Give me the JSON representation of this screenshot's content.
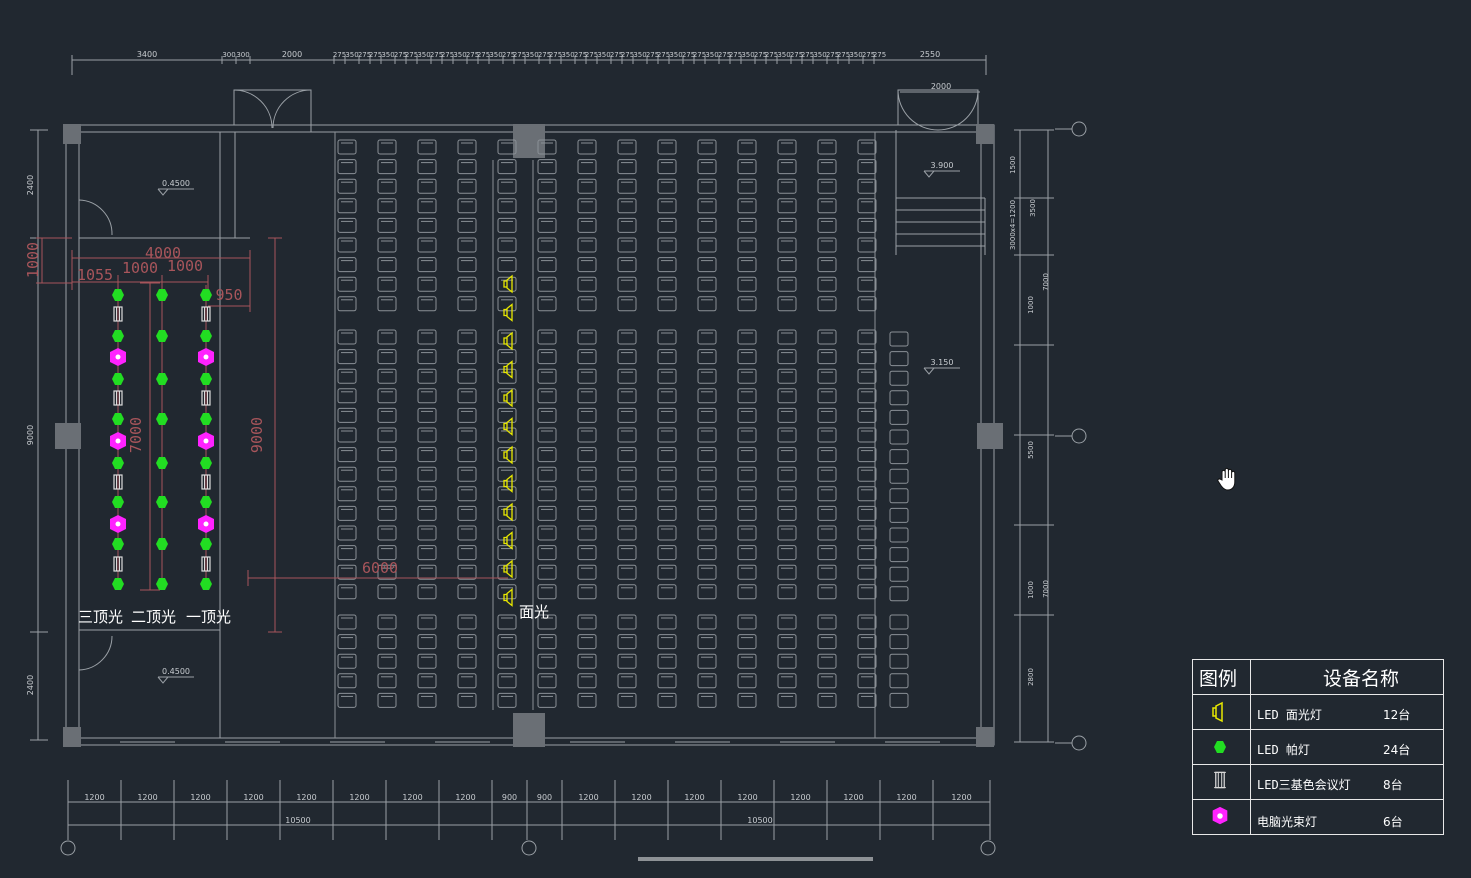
{
  "colors": {
    "background": "#212830",
    "lines": "#9aa0a6",
    "dim_red": "#a8555b",
    "green": "#22dd22",
    "magenta": "#ff22ff",
    "yellow": "#e8e800",
    "white": "#ffffff"
  },
  "top_dims": {
    "left": [
      "3400",
      "300",
      "300",
      "2000"
    ],
    "repeat": [
      "275",
      "350",
      "275"
    ],
    "right": "2550"
  },
  "door_dim": "2000",
  "bottom_dims": {
    "row1": [
      "1200",
      "1200",
      "1200",
      "1200",
      "1200",
      "1200",
      "1200",
      "1200",
      "900",
      "900",
      "1200",
      "1200",
      "1200",
      "1200",
      "1200",
      "1200",
      "1200",
      "1200"
    ],
    "row2": [
      "10500",
      "10500"
    ]
  },
  "left_dims": [
    "2400",
    "9000",
    "2400"
  ],
  "right_dims": {
    "inner": [
      "1500",
      "3000x4=1200",
      "1000",
      "5500",
      "1000",
      "2800"
    ],
    "outer": [
      "3500",
      "7000",
      "7000"
    ]
  },
  "elevations": [
    "0.4500",
    "3.900",
    "3.150",
    "0.4500"
  ],
  "red_dims": [
    "4000",
    "1055",
    "1000",
    "1000",
    "1000",
    "950",
    "7000",
    "9000",
    "6000"
  ],
  "labels": {
    "third_top": "三顶光",
    "second_top": "二顶光",
    "first_top": "一顶光",
    "face_light": "面光"
  },
  "legend": {
    "header_symbol": "图例",
    "header_name": "设备名称",
    "rows": [
      {
        "icon": "led-face-light-icon",
        "name": "LED 面光灯",
        "qty": "12台"
      },
      {
        "icon": "led-par-light-icon",
        "name": "LED 帕灯",
        "qty": "24台"
      },
      {
        "icon": "led-tricolor-conference-light-icon",
        "name": "LED三基色会议灯",
        "qty": "8台"
      },
      {
        "icon": "computer-beam-light-icon",
        "name": "电脑光束灯",
        "qty": "6台"
      }
    ]
  },
  "cursor_icon": "hand-pan-cursor-icon"
}
